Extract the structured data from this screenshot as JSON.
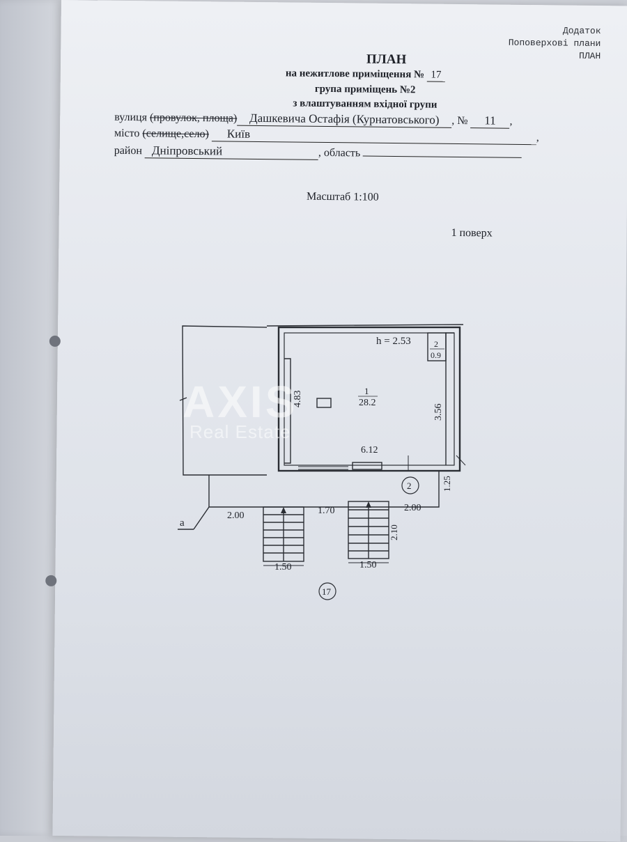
{
  "corner_note": {
    "line1": "Додаток",
    "line2": "Поповерхові плани",
    "line3": "ПЛАН"
  },
  "header": {
    "title": "ПЛАН",
    "subtitle_prefix": "на нежитлове приміщення №",
    "premises_number": "17",
    "group": "група приміщень №2",
    "note": "з влаштуванням вхідної групи"
  },
  "fields": {
    "street_label": "вулиця",
    "street_struck": "(провулок, площа)",
    "street_value": "Дашкевича Остафія (Курнатовського)",
    "number_label": "№",
    "number_value": "11",
    "city_label": "місто",
    "city_struck": "(селище,село)",
    "city_value": "Київ",
    "district_label": "район",
    "district_value": "Дніпровський",
    "region_label": ", область",
    "region_value": ""
  },
  "scale": "Масштаб 1:100",
  "floor": "1 поверх",
  "plan": {
    "height_label": "h = 2.53",
    "room_main_number": "1",
    "room_main_area": "28.2",
    "room_small_number": "2",
    "room_small_area": "0.9",
    "dim_left_height": "4.83",
    "dim_right_height": "3.56",
    "dim_bottom_width": "6.12",
    "dim_porch_depth": "1.25",
    "dim_porch_left": "2.00",
    "dim_porch_middle": "1.70",
    "dim_porch_right": "2.00",
    "dim_stair_length": "2.10",
    "dim_stair_left_width": "1.50",
    "dim_stair_right_width": "1.50",
    "circle_group": "2",
    "circle_premises": "17",
    "label_a": "а"
  },
  "watermark": {
    "brand": "AXIS",
    "sub": "Real Estate"
  }
}
